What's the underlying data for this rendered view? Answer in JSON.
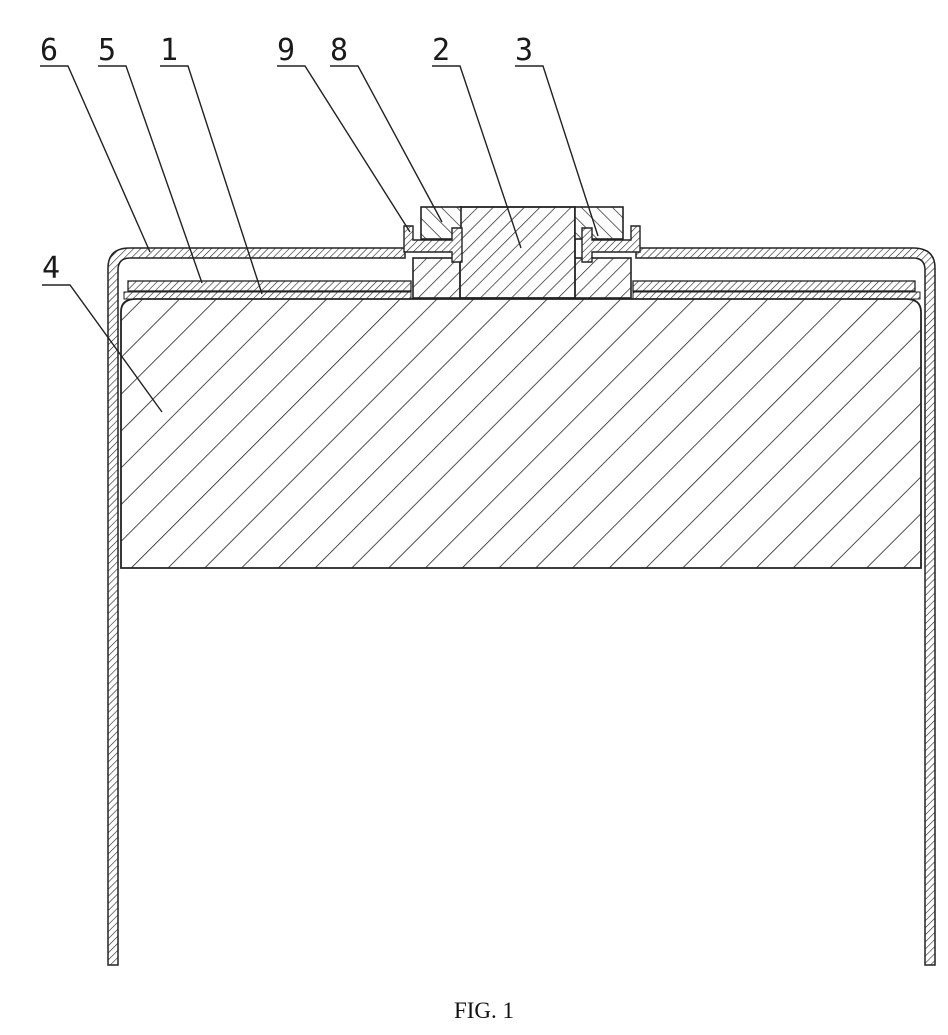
{
  "figure": {
    "caption": "FIG. 1",
    "labels": {
      "l6": "6",
      "l5": "5",
      "l1": "1",
      "l9": "9",
      "l8": "8",
      "l2": "2",
      "l3": "3",
      "l4": "4"
    }
  },
  "colors": {
    "line": "#222222",
    "background": "#ffffff"
  }
}
